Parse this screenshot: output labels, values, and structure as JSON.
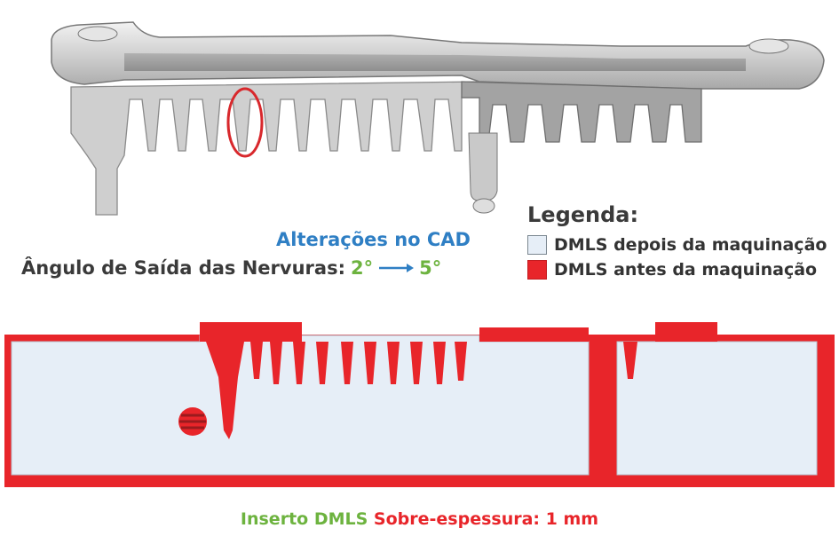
{
  "cad": {
    "title": "Alterações no CAD",
    "angle_label": "Ângulo de Saída das Nervuras:",
    "angle_from": "2°",
    "angle_to": "5°"
  },
  "legend": {
    "title": "Legenda:",
    "items": [
      {
        "label": "DMLS depois da maquinação",
        "color": "#e6eef7"
      },
      {
        "label": "DMLS antes da maquinação",
        "color": "#e8252a"
      }
    ]
  },
  "caption": {
    "insert": "Inserto DMLS",
    "overthickness": "Sobre-espessura: 1 mm"
  },
  "colors": {
    "red": "#e8252a",
    "light": "#e6eef7",
    "blue": "#2f7fc4",
    "green": "#6db33f",
    "metal": "#cfcfcf"
  }
}
